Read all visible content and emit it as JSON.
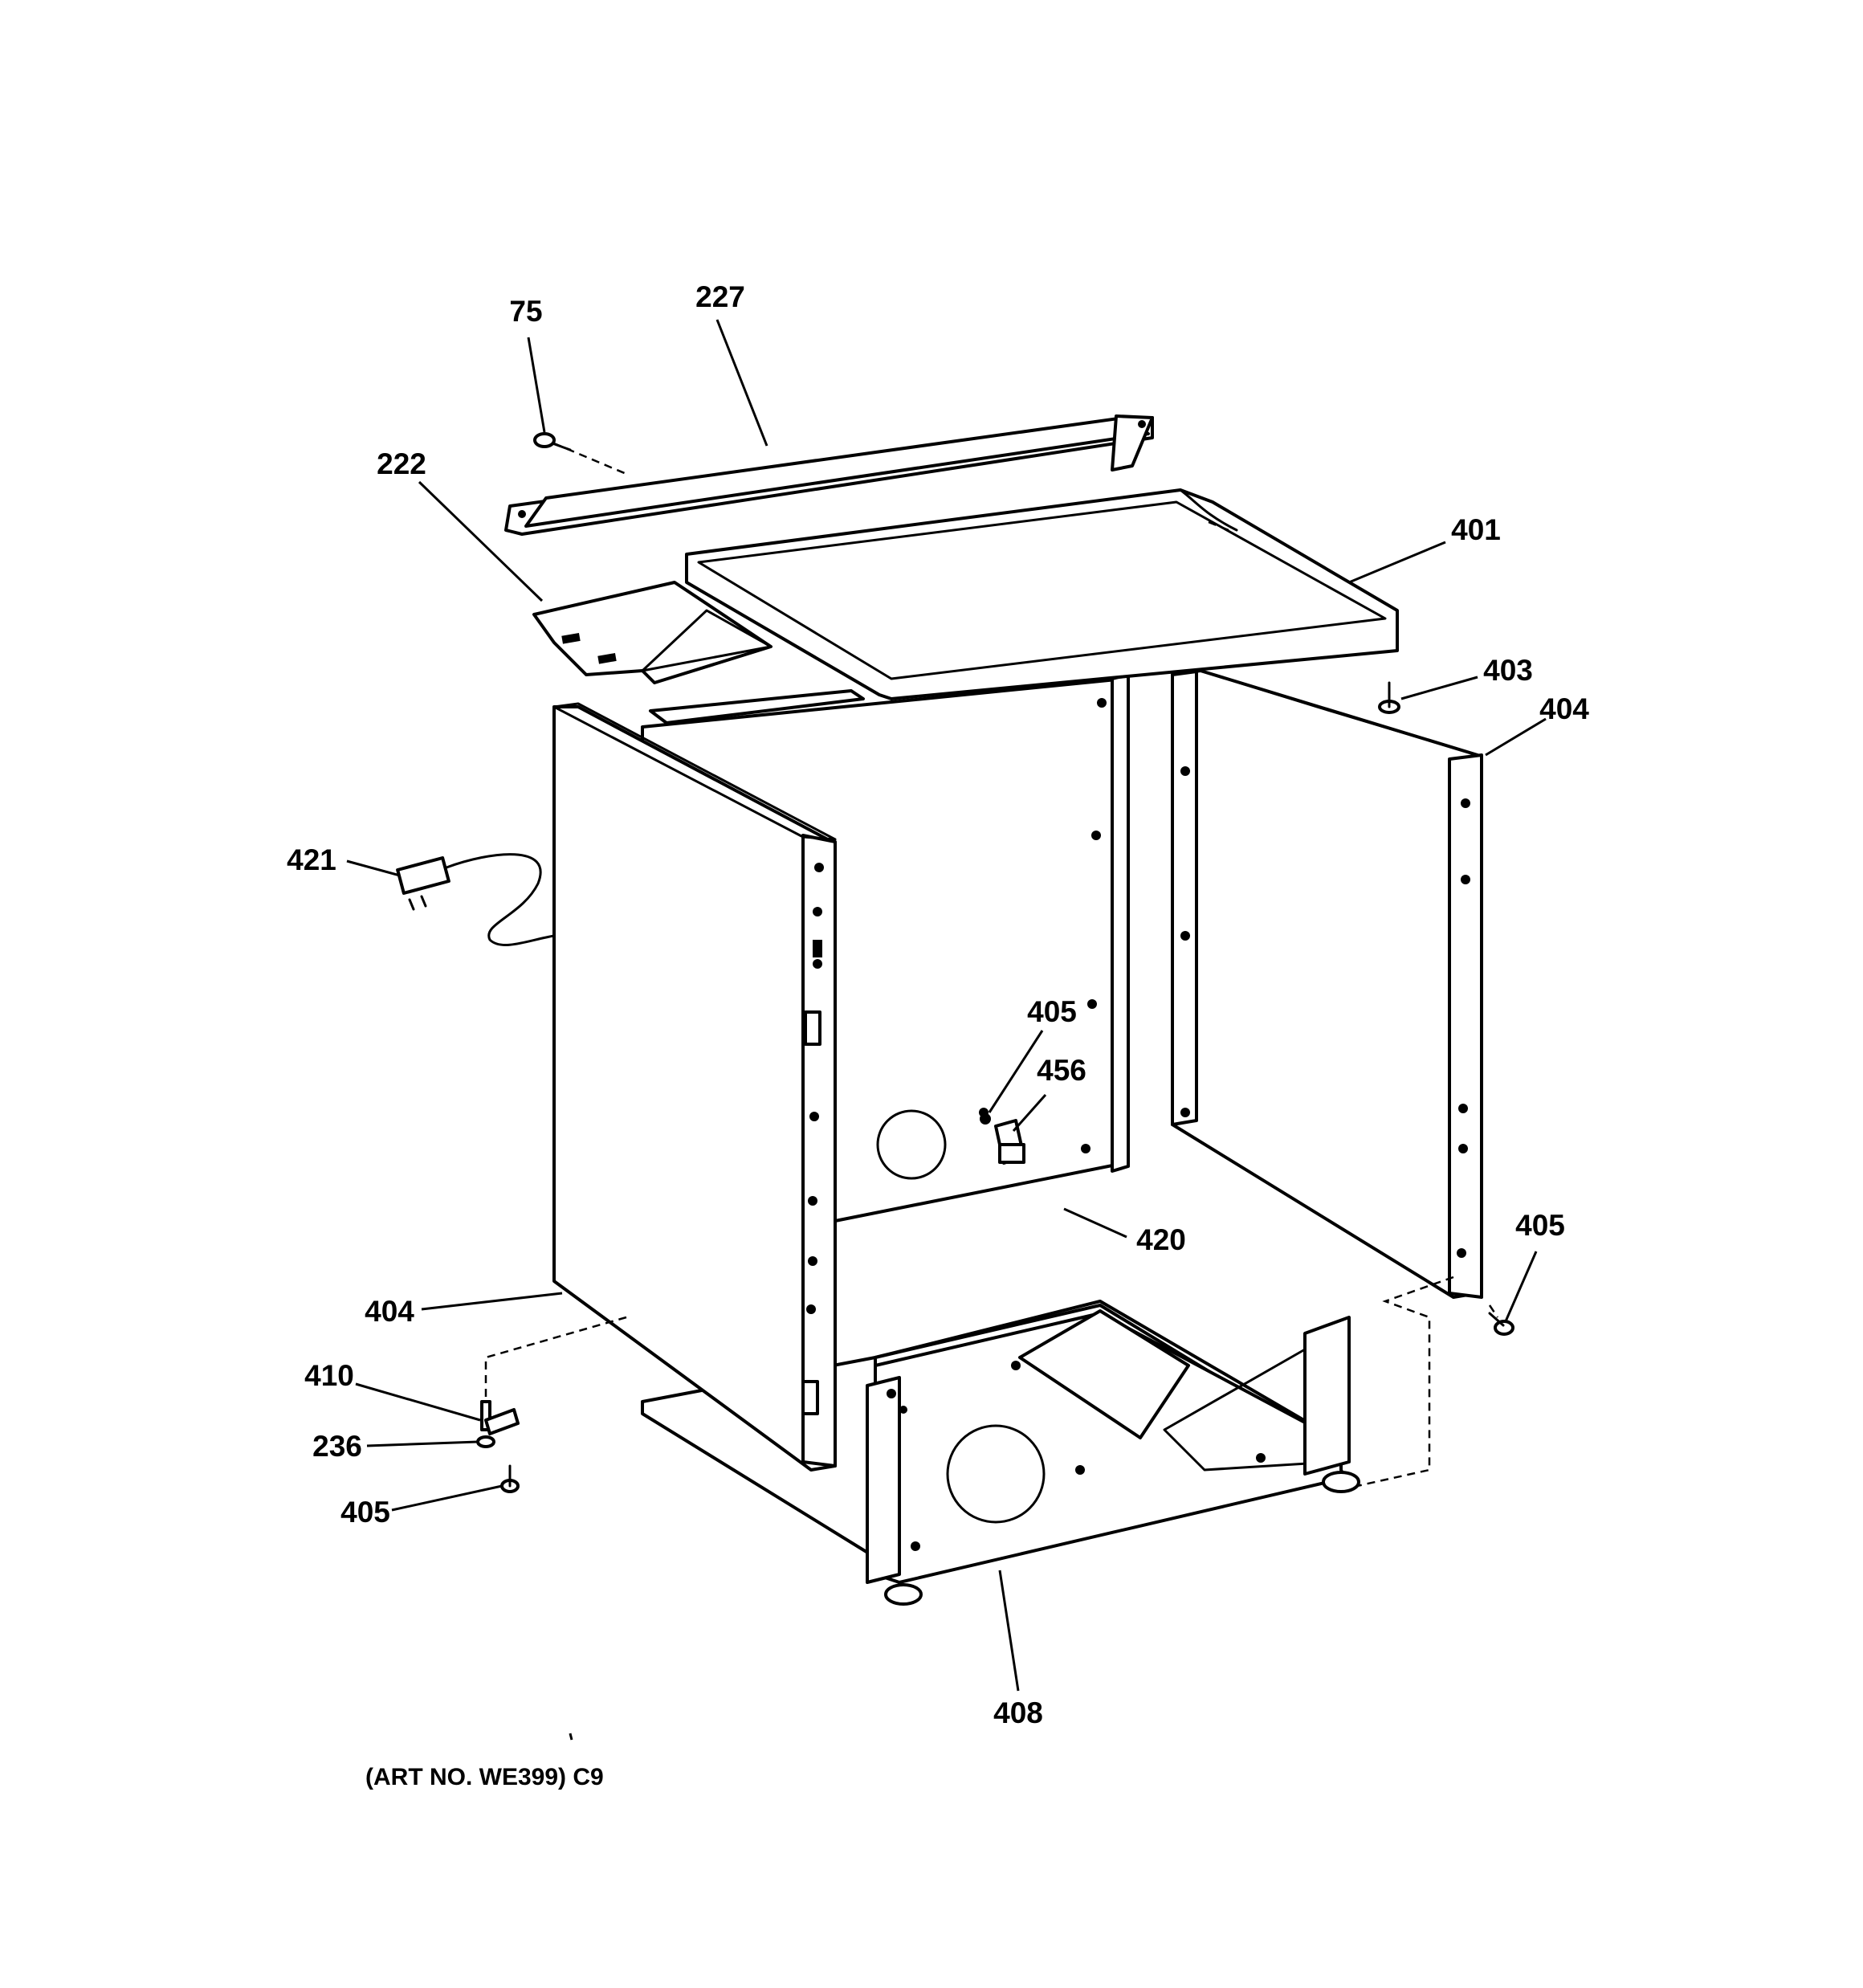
{
  "callouts": {
    "p75": "75",
    "p227": "227",
    "p222": "222",
    "p401": "401",
    "p403": "403",
    "p404_right": "404",
    "p421": "421",
    "p405_center": "405",
    "p456": "456",
    "p420": "420",
    "p405_right": "405",
    "p404_left": "404",
    "p410": "410",
    "p236": "236",
    "p405_left": "405",
    "p408": "408"
  },
  "caption": "(ART NO. WE399) C9"
}
